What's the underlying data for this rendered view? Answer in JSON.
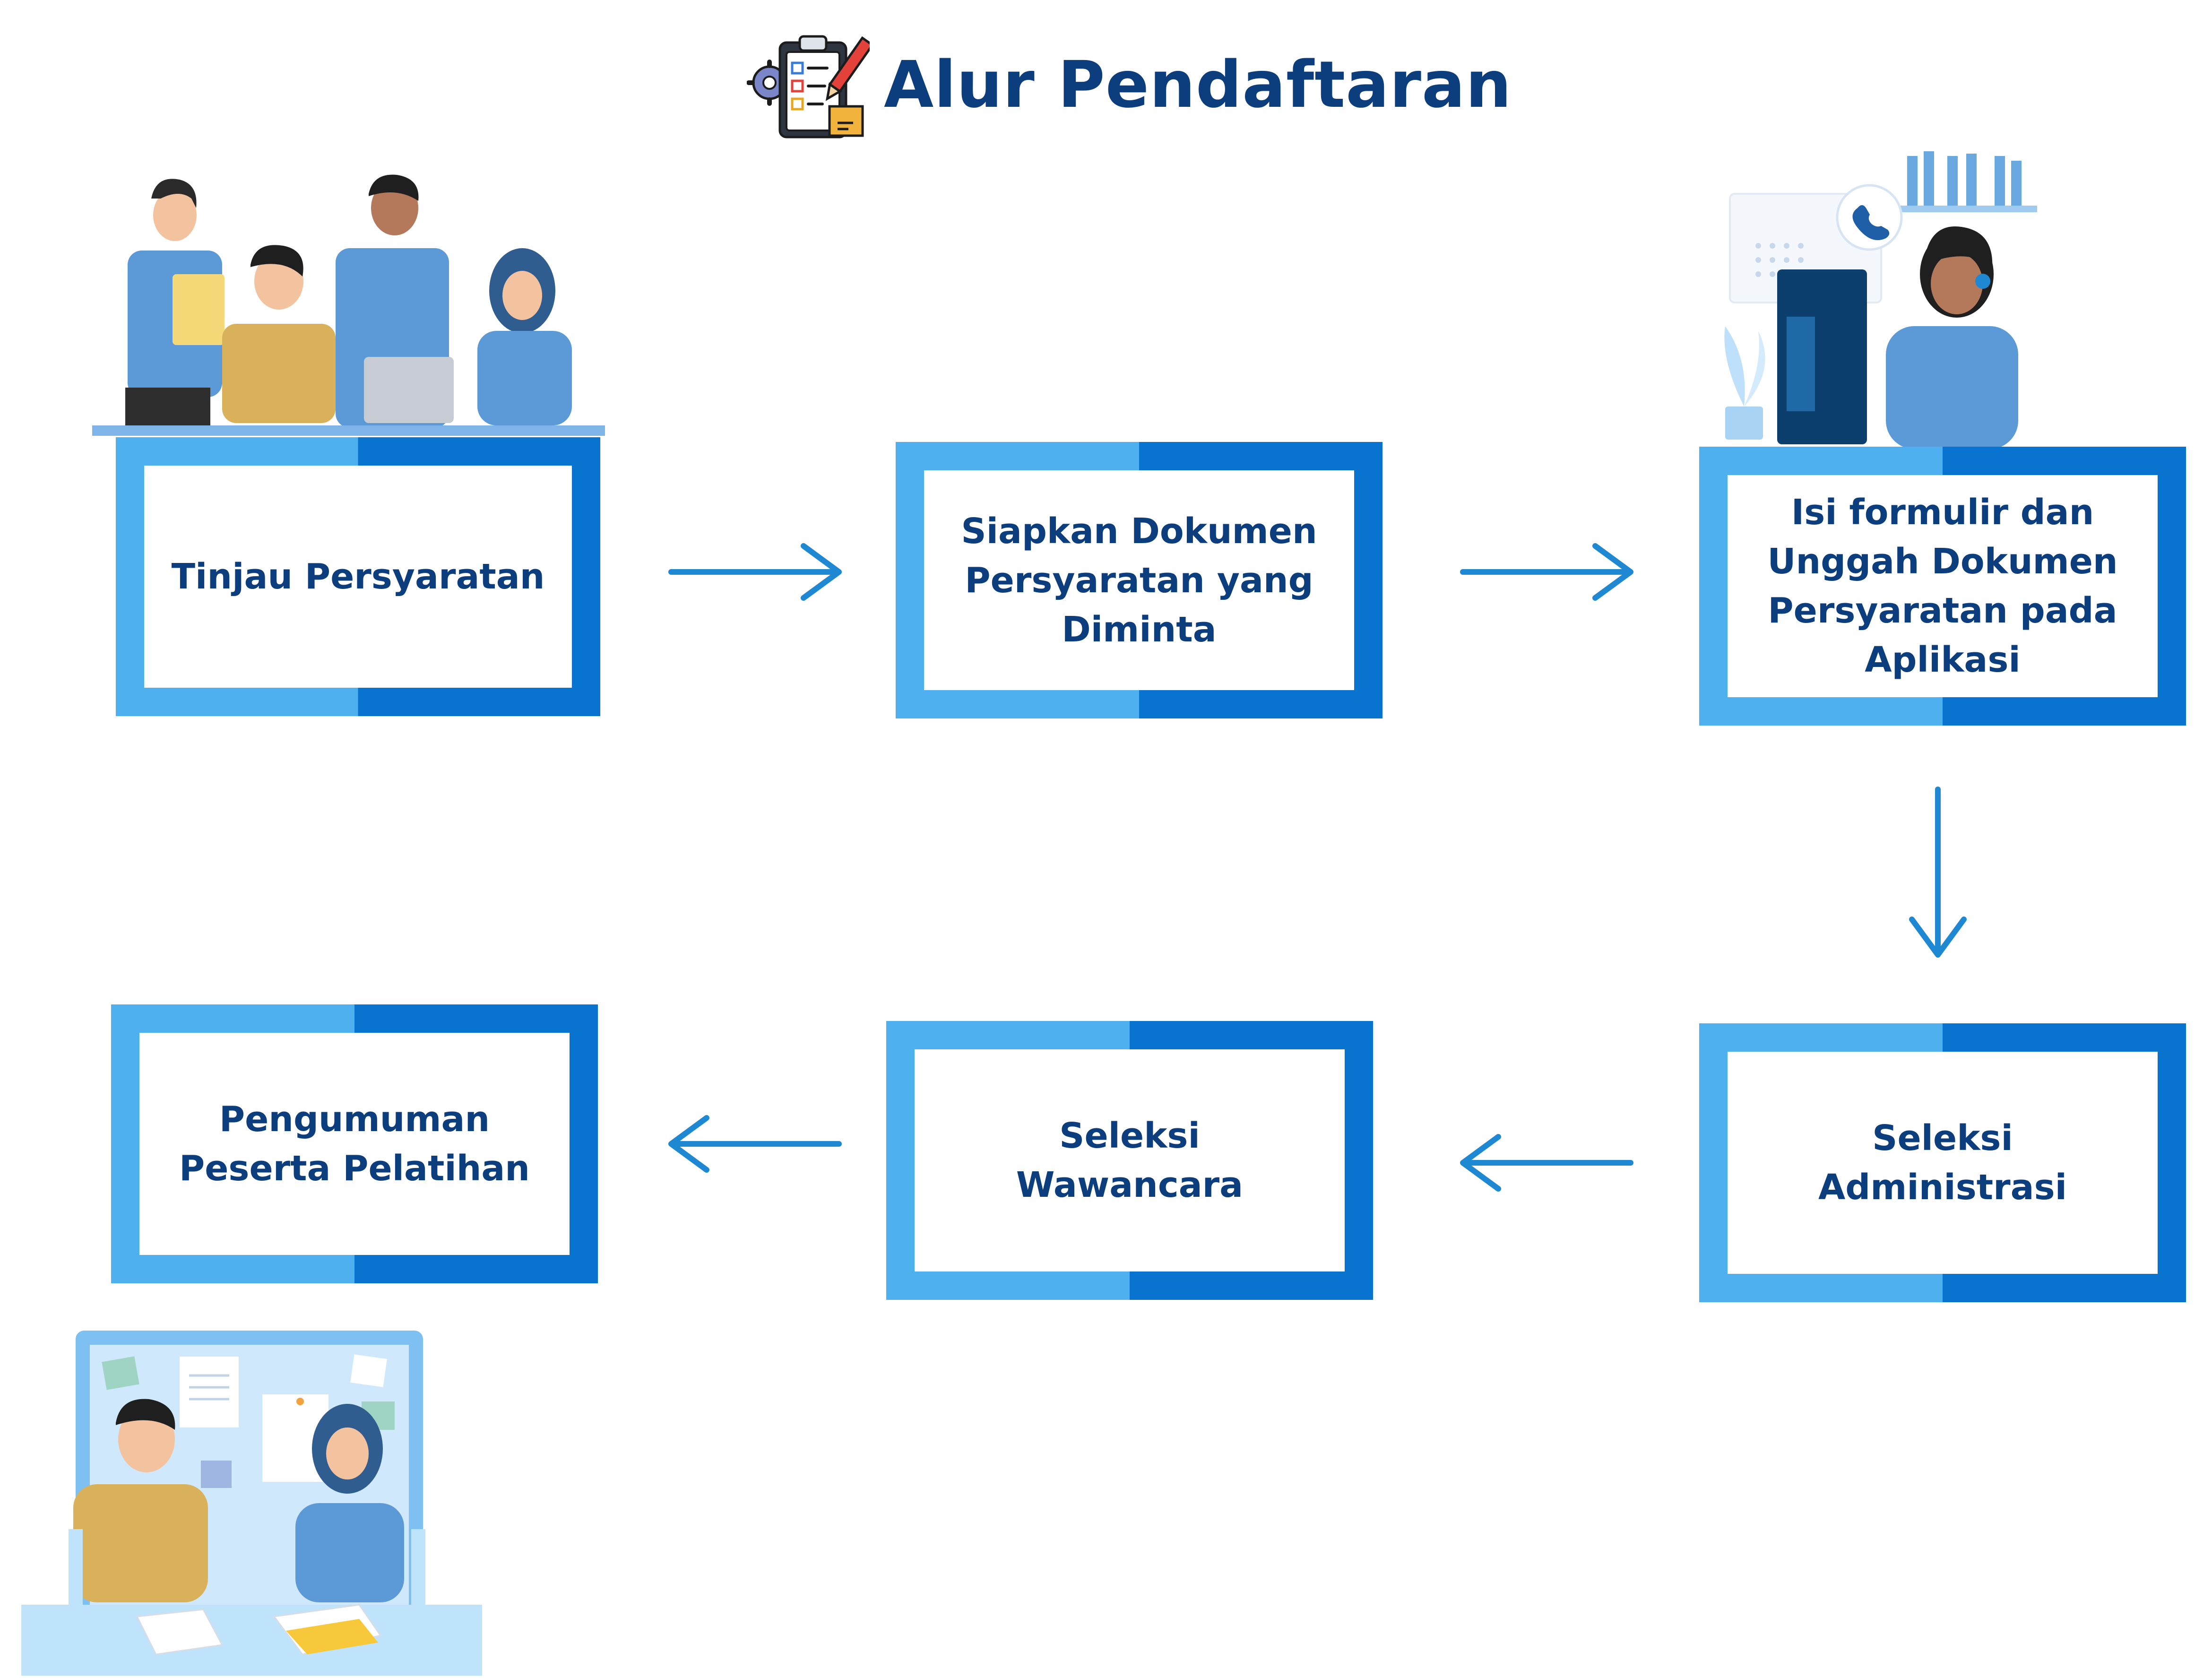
{
  "header": {
    "title": "Alur Pendaftaran",
    "icon": "clipboard-checklist-icon"
  },
  "colors": {
    "title": "#0c3d7d",
    "frame_light": "#4fb0f0",
    "frame_dark": "#0874cf",
    "arrow": "#1e88d2"
  },
  "steps": [
    {
      "id": "tinjau",
      "label": "Tinjau Persyaratan"
    },
    {
      "id": "siapkan",
      "label": "Siapkan Dokumen\nPersyaratan yang\nDiminta"
    },
    {
      "id": "isi",
      "label": "Isi formulir dan\nUnggah Dokumen\nPersyaratan pada\nAplikasi"
    },
    {
      "id": "administrasi",
      "label": "Seleksi\nAdministrasi"
    },
    {
      "id": "wawancara",
      "label": "Seleksi\nWawancara"
    },
    {
      "id": "pengumuman",
      "label": "Pengumuman\nPeserta Pelatihan"
    }
  ],
  "flow": [
    "tinjau",
    "siapkan",
    "isi",
    "administrasi",
    "wawancara",
    "pengumuman"
  ],
  "illustrations": [
    {
      "name": "team-meeting-illustration"
    },
    {
      "name": "call-center-agent-illustration"
    },
    {
      "name": "interview-desk-illustration"
    }
  ]
}
